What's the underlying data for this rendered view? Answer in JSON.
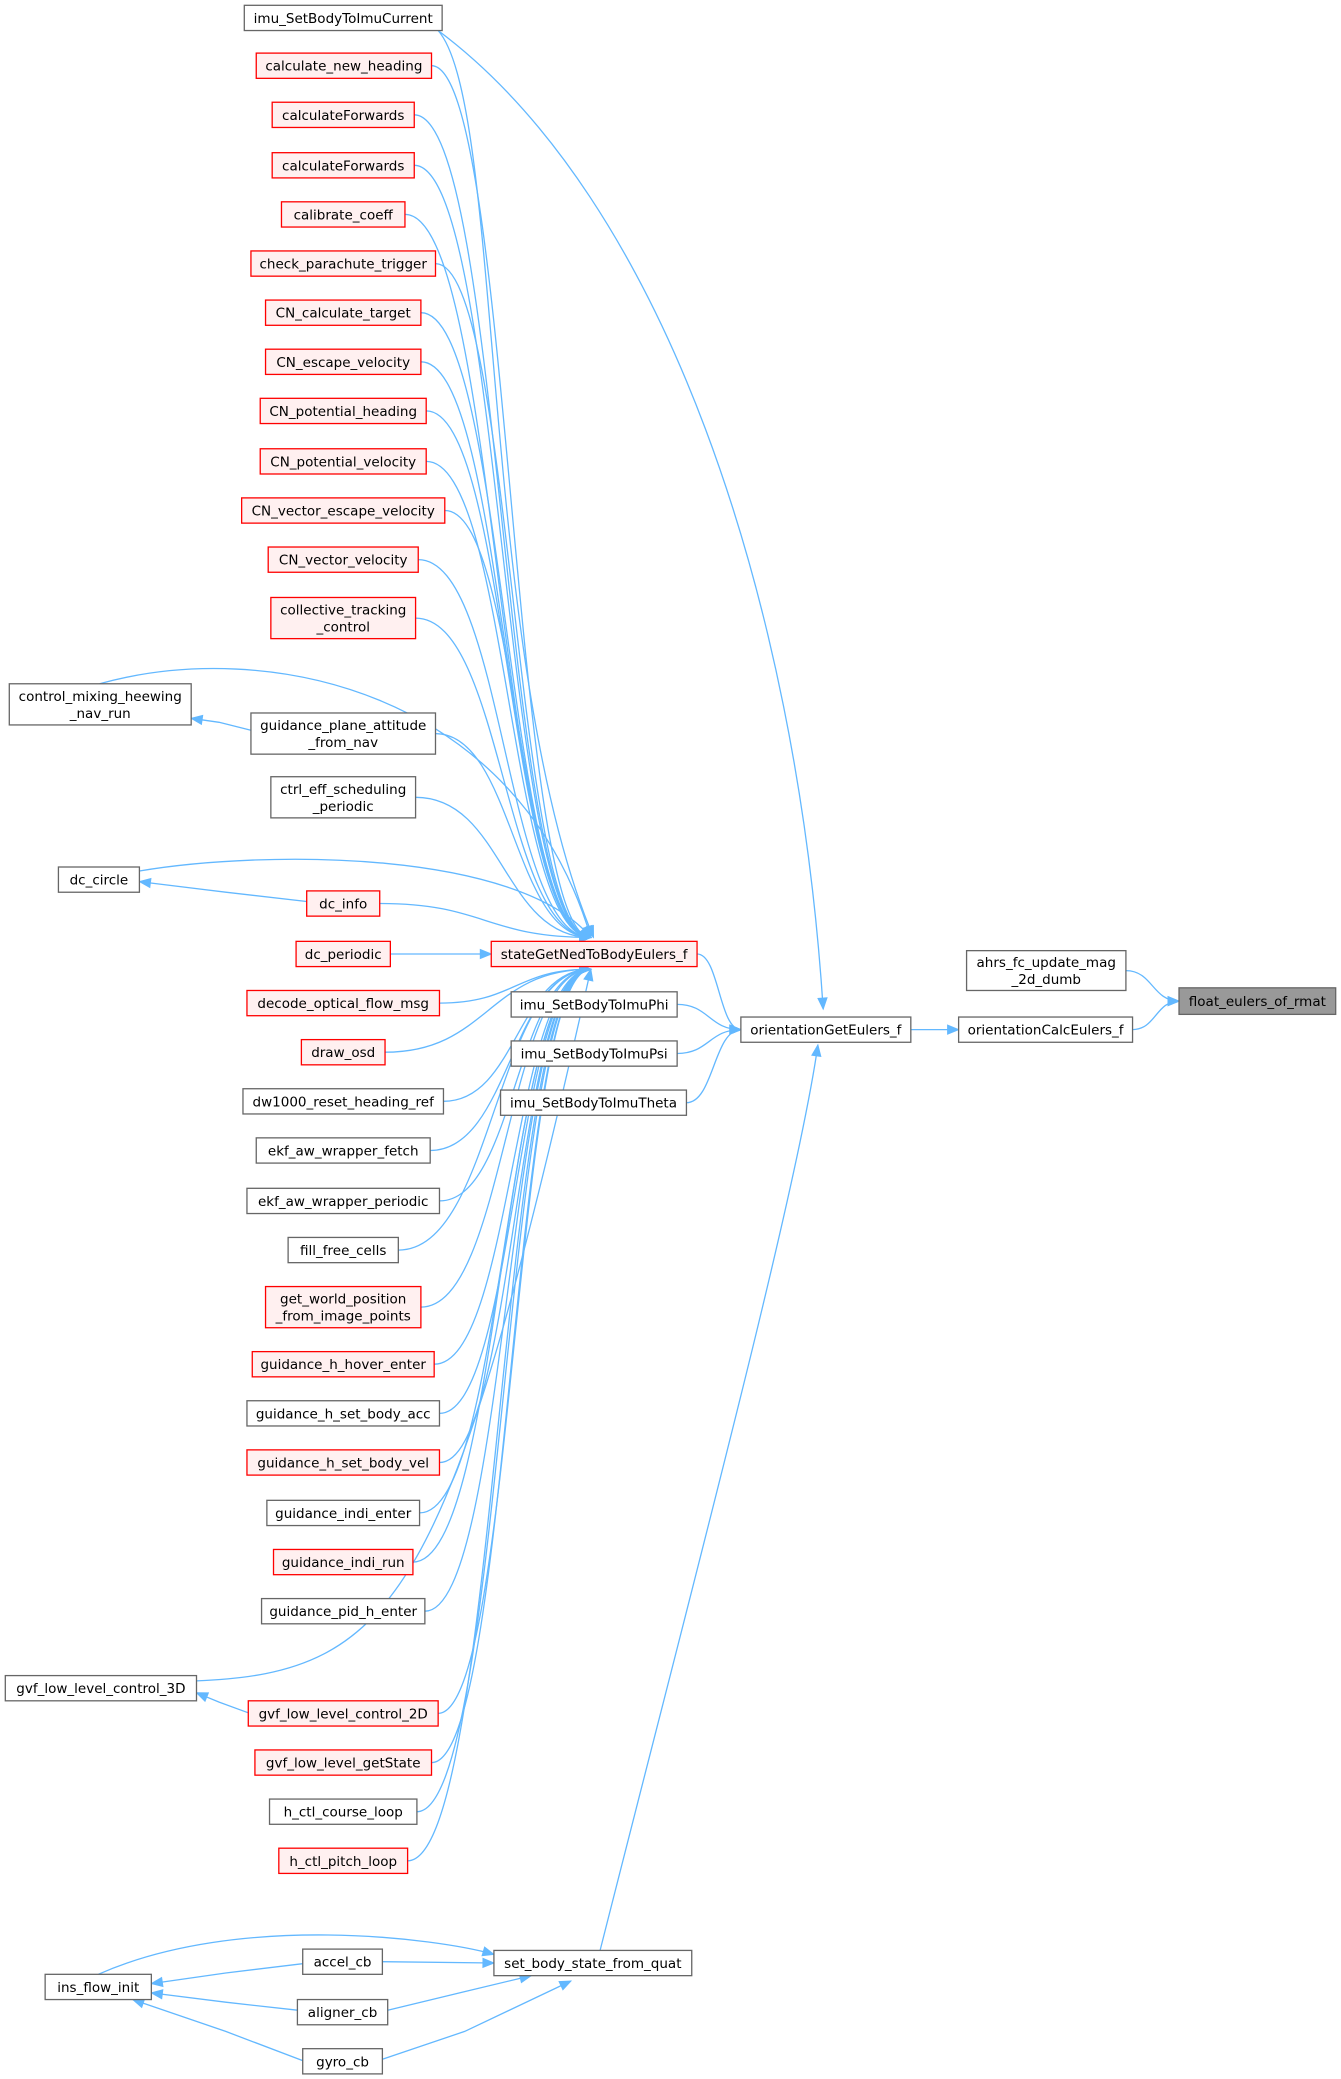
{
  "title": "float_eulers_of_rmat call graph",
  "colors": {
    "edge": "#63b8ff",
    "red_border": "#ff0000",
    "red_fill": "#fff0f0",
    "focus_fill": "#999999",
    "border": "#666666"
  },
  "nodes": {
    "float_eulers_of_rmat": [
      "float_eulers_of_rmat"
    ],
    "ahrs_fc_update_mag_2d_dumb": [
      "ahrs_fc_update_mag",
      "_2d_dumb"
    ],
    "orientationCalcEulers_f": [
      "orientationCalcEulers_f"
    ],
    "orientationGetEulers_f": [
      "orientationGetEulers_f"
    ],
    "stateGetNedToBodyEulers_f": [
      "stateGetNedToBodyEulers_f"
    ],
    "imu_SetBodyToImuPhi": [
      "imu_SetBodyToImuPhi"
    ],
    "imu_SetBodyToImuPsi": [
      "imu_SetBodyToImuPsi"
    ],
    "imu_SetBodyToImuTheta": [
      "imu_SetBodyToImuTheta"
    ],
    "imu_SetBodyToImuCurrent": [
      "imu_SetBodyToImuCurrent"
    ],
    "set_body_state_from_quat": [
      "set_body_state_from_quat"
    ],
    "calculate_new_heading": [
      "calculate_new_heading"
    ],
    "calculateForwards_1": [
      "calculateForwards"
    ],
    "calculateForwards_2": [
      "calculateForwards"
    ],
    "calibrate_coeff": [
      "calibrate_coeff"
    ],
    "check_parachute_trigger": [
      "check_parachute_trigger"
    ],
    "CN_calculate_target": [
      "CN_calculate_target"
    ],
    "CN_escape_velocity": [
      "CN_escape_velocity"
    ],
    "CN_potential_heading": [
      "CN_potential_heading"
    ],
    "CN_potential_velocity": [
      "CN_potential_velocity"
    ],
    "CN_vector_escape_velocity": [
      "CN_vector_escape_velocity"
    ],
    "CN_vector_velocity": [
      "CN_vector_velocity"
    ],
    "collective_tracking_control": [
      "collective_tracking",
      "_control"
    ],
    "control_mixing_heewing_nav_run": [
      "control_mixing_heewing",
      "_nav_run"
    ],
    "guidance_plane_attitude_from_nav": [
      "guidance_plane_attitude",
      "_from_nav"
    ],
    "ctrl_eff_scheduling_periodic": [
      "ctrl_eff_scheduling",
      "_periodic"
    ],
    "dc_circle": [
      "dc_circle"
    ],
    "dc_info": [
      "dc_info"
    ],
    "dc_periodic": [
      "dc_periodic"
    ],
    "decode_optical_flow_msg": [
      "decode_optical_flow_msg"
    ],
    "draw_osd": [
      "draw_osd"
    ],
    "dw1000_reset_heading_ref": [
      "dw1000_reset_heading_ref"
    ],
    "ekf_aw_wrapper_fetch": [
      "ekf_aw_wrapper_fetch"
    ],
    "ekf_aw_wrapper_periodic": [
      "ekf_aw_wrapper_periodic"
    ],
    "fill_free_cells": [
      "fill_free_cells"
    ],
    "get_world_position_from_image_points": [
      "get_world_position",
      "_from_image_points"
    ],
    "guidance_h_hover_enter": [
      "guidance_h_hover_enter"
    ],
    "guidance_h_set_body_acc": [
      "guidance_h_set_body_acc"
    ],
    "guidance_h_set_body_vel": [
      "guidance_h_set_body_vel"
    ],
    "guidance_indi_enter": [
      "guidance_indi_enter"
    ],
    "guidance_indi_run": [
      "guidance_indi_run"
    ],
    "guidance_pid_h_enter": [
      "guidance_pid_h_enter"
    ],
    "gvf_low_level_control_3D": [
      "gvf_low_level_control_3D"
    ],
    "gvf_low_level_control_2D": [
      "gvf_low_level_control_2D"
    ],
    "gvf_low_level_getState": [
      "gvf_low_level_getState"
    ],
    "h_ctl_course_loop": [
      "h_ctl_course_loop"
    ],
    "h_ctl_pitch_loop": [
      "h_ctl_pitch_loop"
    ],
    "accel_cb": [
      "accel_cb"
    ],
    "ins_flow_init": [
      "ins_flow_init"
    ],
    "aligner_cb": [
      "aligner_cb"
    ],
    "gyro_cb": [
      "gyro_cb"
    ]
  },
  "edges": [
    [
      "ahrs_fc_update_mag_2d_dumb",
      "float_eulers_of_rmat"
    ],
    [
      "orientationCalcEulers_f",
      "float_eulers_of_rmat"
    ],
    [
      "orientationGetEulers_f",
      "orientationCalcEulers_f"
    ],
    [
      "stateGetNedToBodyEulers_f",
      "orientationGetEulers_f"
    ],
    [
      "imu_SetBodyToImuPhi",
      "orientationGetEulers_f"
    ],
    [
      "imu_SetBodyToImuPsi",
      "orientationGetEulers_f"
    ],
    [
      "imu_SetBodyToImuTheta",
      "orientationGetEulers_f"
    ],
    [
      "imu_SetBodyToImuCurrent",
      "orientationGetEulers_f"
    ],
    [
      "set_body_state_from_quat",
      "orientationGetEulers_f"
    ],
    [
      "imu_SetBodyToImuCurrent",
      "stateGetNedToBodyEulers_f"
    ],
    [
      "calculate_new_heading",
      "stateGetNedToBodyEulers_f"
    ],
    [
      "calculateForwards_1",
      "stateGetNedToBodyEulers_f"
    ],
    [
      "calculateForwards_2",
      "stateGetNedToBodyEulers_f"
    ],
    [
      "calibrate_coeff",
      "stateGetNedToBodyEulers_f"
    ],
    [
      "check_parachute_trigger",
      "stateGetNedToBodyEulers_f"
    ],
    [
      "CN_calculate_target",
      "stateGetNedToBodyEulers_f"
    ],
    [
      "CN_escape_velocity",
      "stateGetNedToBodyEulers_f"
    ],
    [
      "CN_potential_heading",
      "stateGetNedToBodyEulers_f"
    ],
    [
      "CN_potential_velocity",
      "stateGetNedToBodyEulers_f"
    ],
    [
      "CN_vector_escape_velocity",
      "stateGetNedToBodyEulers_f"
    ],
    [
      "CN_vector_velocity",
      "stateGetNedToBodyEulers_f"
    ],
    [
      "collective_tracking_control",
      "stateGetNedToBodyEulers_f"
    ],
    [
      "control_mixing_heewing_nav_run",
      "stateGetNedToBodyEulers_f"
    ],
    [
      "guidance_plane_attitude_from_nav",
      "stateGetNedToBodyEulers_f"
    ],
    [
      "guidance_plane_attitude_from_nav",
      "control_mixing_heewing_nav_run"
    ],
    [
      "ctrl_eff_scheduling_periodic",
      "stateGetNedToBodyEulers_f"
    ],
    [
      "dc_circle",
      "stateGetNedToBodyEulers_f"
    ],
    [
      "dc_info",
      "stateGetNedToBodyEulers_f"
    ],
    [
      "dc_info",
      "dc_circle"
    ],
    [
      "dc_periodic",
      "stateGetNedToBodyEulers_f"
    ],
    [
      "decode_optical_flow_msg",
      "stateGetNedToBodyEulers_f"
    ],
    [
      "draw_osd",
      "stateGetNedToBodyEulers_f"
    ],
    [
      "dw1000_reset_heading_ref",
      "stateGetNedToBodyEulers_f"
    ],
    [
      "ekf_aw_wrapper_fetch",
      "stateGetNedToBodyEulers_f"
    ],
    [
      "ekf_aw_wrapper_periodic",
      "stateGetNedToBodyEulers_f"
    ],
    [
      "fill_free_cells",
      "stateGetNedToBodyEulers_f"
    ],
    [
      "get_world_position_from_image_points",
      "stateGetNedToBodyEulers_f"
    ],
    [
      "guidance_h_hover_enter",
      "stateGetNedToBodyEulers_f"
    ],
    [
      "guidance_h_set_body_acc",
      "stateGetNedToBodyEulers_f"
    ],
    [
      "guidance_h_set_body_vel",
      "stateGetNedToBodyEulers_f"
    ],
    [
      "guidance_indi_enter",
      "stateGetNedToBodyEulers_f"
    ],
    [
      "guidance_indi_run",
      "stateGetNedToBodyEulers_f"
    ],
    [
      "guidance_pid_h_enter",
      "stateGetNedToBodyEulers_f"
    ],
    [
      "gvf_low_level_control_3D",
      "stateGetNedToBodyEulers_f"
    ],
    [
      "gvf_low_level_control_2D",
      "stateGetNedToBodyEulers_f"
    ],
    [
      "gvf_low_level_control_2D",
      "gvf_low_level_control_3D"
    ],
    [
      "gvf_low_level_getState",
      "stateGetNedToBodyEulers_f"
    ],
    [
      "h_ctl_course_loop",
      "stateGetNedToBodyEulers_f"
    ],
    [
      "h_ctl_pitch_loop",
      "stateGetNedToBodyEulers_f"
    ],
    [
      "ins_flow_init",
      "set_body_state_from_quat"
    ],
    [
      "accel_cb",
      "set_body_state_from_quat"
    ],
    [
      "accel_cb",
      "ins_flow_init"
    ],
    [
      "aligner_cb",
      "set_body_state_from_quat"
    ],
    [
      "aligner_cb",
      "ins_flow_init"
    ],
    [
      "gyro_cb",
      "set_body_state_from_quat"
    ],
    [
      "gyro_cb",
      "ins_flow_init"
    ]
  ]
}
